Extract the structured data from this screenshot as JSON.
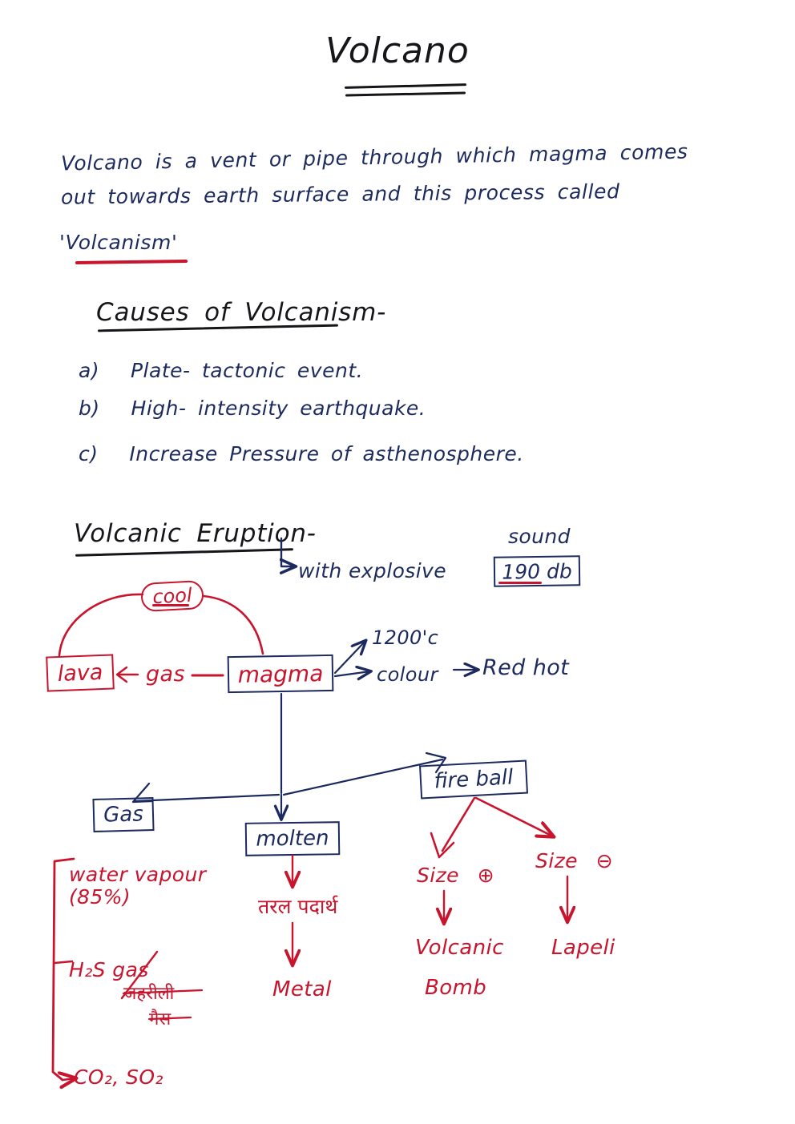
{
  "page": {
    "title": "Volcano",
    "ink_colors": {
      "primary_blue": "#1c2a5e",
      "red": "#c8142c",
      "black": "#16161a",
      "paper": "#ffffff"
    }
  },
  "definition": {
    "line1": "Volcano is a vent or pipe through which magma comes",
    "line2": "out towards earth surface and this process called",
    "line3": "'Volcanism'"
  },
  "causes": {
    "heading": "Causes of Volcanism-",
    "items": [
      {
        "marker": "a)",
        "text": "Plate- tactonic event."
      },
      {
        "marker": "b)",
        "text": "High- intensity earthquake."
      },
      {
        "marker": "c)",
        "text": "Increase Pressure of asthenosphere."
      }
    ]
  },
  "eruption": {
    "heading": "Volcanic Eruption-",
    "sub_arrow": "with explosive",
    "sound_label": "sound",
    "sound_value": "190 db"
  },
  "diagram": {
    "cool_bubble": "cool",
    "lava_box": "lava",
    "gas_arrow_label": "gas",
    "magma_box": "magma",
    "magma_temp": "1200'c",
    "magma_colour_label": "colour",
    "magma_colour_value": "Red hot",
    "branches": {
      "gas_box": "Gas",
      "molten_box": "molten",
      "fireball_box": "fire ball"
    },
    "gas_list": [
      "water vapour (85%)",
      "H₂S gas",
      "CO₂, SO₂"
    ],
    "gas_list_hindi_1": "जहरीली",
    "gas_list_hindi_2": "गैस",
    "molten_hindi": "तरल पदार्थ",
    "molten_result": "Metal",
    "fireball_left": {
      "size": "Size",
      "sign": "⊕",
      "result_line1": "Volcanic",
      "result_line2": "Bomb"
    },
    "fireball_right": {
      "size": "Size",
      "sign": "⊖",
      "result_line1": "Lapeli"
    }
  }
}
